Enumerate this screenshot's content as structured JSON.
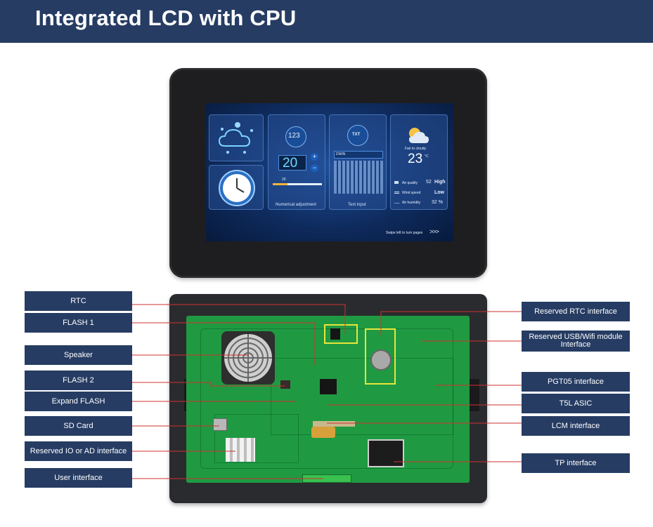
{
  "header": {
    "title": "Integrated LCD with CPU"
  },
  "screen": {
    "number_icon": "123",
    "number_value": "20",
    "slider_value": "20",
    "slider_level": 0.3,
    "numerical_label": "Numerical adjustment",
    "txt_icon": "TXT",
    "text_input_value": "DWIN",
    "text_input_label": "Text input",
    "weather_desc": "Fair to cloudy",
    "temperature": "23",
    "temperature_unit": "°C",
    "rows": [
      {
        "name": "Air quality",
        "value": "52",
        "status": "High"
      },
      {
        "name": "Wind speed",
        "value": "",
        "status": "Low"
      },
      {
        "name": "Air humidity",
        "value": "32 %",
        "status": ""
      }
    ],
    "swipe_hint": "Swipe left to turn pages",
    "swipe_icon": ">>>"
  },
  "labels_left": [
    "RTC",
    "FLASH 1",
    "Speaker",
    "FLASH 2",
    "Expand FLASH",
    "SD Card",
    "Reserved IO or AD interface",
    "User interface"
  ],
  "labels_right": [
    "Reserved RTC interface",
    "Reserved USB/Wifi module Interface",
    "PGT05 interface",
    "T5L ASIC",
    "LCM interface",
    "TP interface"
  ],
  "colors": {
    "banner": "#263c63",
    "label_bg": "#263c63",
    "pcb": "#1f9a42",
    "leader_line": "#d03030"
  },
  "icons": [
    "cloud-icon",
    "clock-icon",
    "plus-icon",
    "minus-icon",
    "text-file-icon",
    "weather-icon",
    "wind-icon",
    "humidity-icon",
    "air-quality-icon",
    "speaker-grille-icon"
  ]
}
